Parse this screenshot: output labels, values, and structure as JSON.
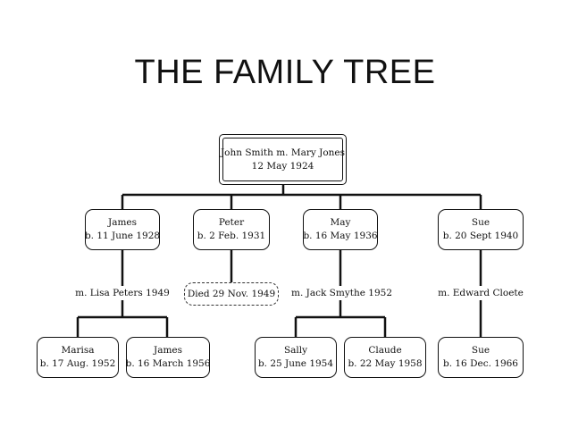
{
  "title": "THE FAMILY TREE",
  "root": {
    "line1": "John Smith m. Mary Jones",
    "line2": "12 May 1924"
  },
  "children": [
    {
      "name": "James",
      "birth": "b. 11 June 1928",
      "note": "m. Lisa Peters 1949"
    },
    {
      "name": "Peter",
      "birth": "b. 2 Feb. 1931",
      "note": "Died 29 Nov.  1949"
    },
    {
      "name": "May",
      "birth": "b. 16 May 1936",
      "note": "m. Jack Smythe 1952"
    },
    {
      "name": "Sue",
      "birth": "b. 20 Sept  1940",
      "note": "m. Edward Cloete"
    }
  ],
  "grandchildren": [
    {
      "name": "Marisa",
      "birth": "b. 17 Aug.  1952"
    },
    {
      "name": "James",
      "birth": "b. 16 March 1956"
    },
    {
      "name": "Sally",
      "birth": "b. 25 June 1954"
    },
    {
      "name": "Claude",
      "birth": "b. 22 May 1958"
    },
    {
      "name": "Sue",
      "birth": "b. 16 Dec.  1966"
    }
  ]
}
